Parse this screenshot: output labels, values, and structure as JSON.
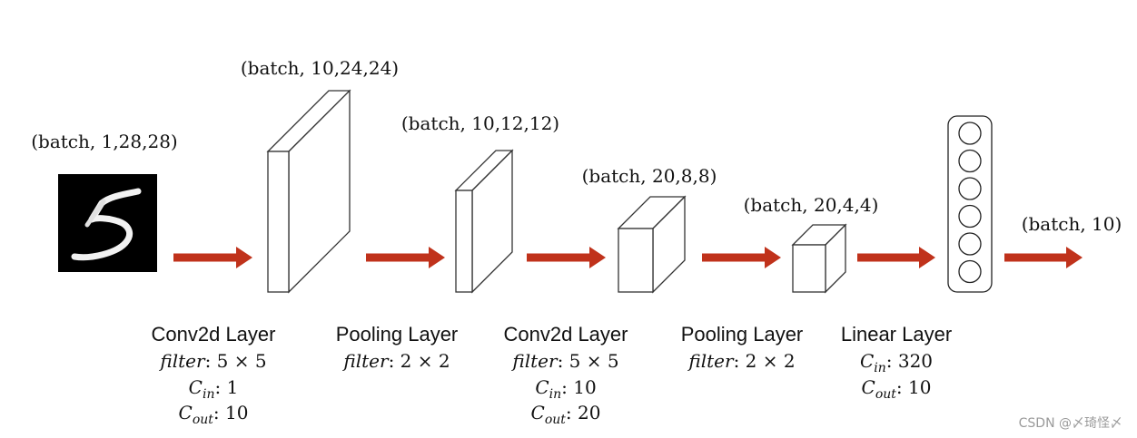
{
  "shape_labels": {
    "input": "(batch, 1,28,28)",
    "conv1": "(batch, 10,24,24)",
    "pool1": "(batch, 10,12,12)",
    "conv2": "(batch, 20,8,8)",
    "pool2": "(batch, 20,4,4)",
    "output": "(batch, 10)"
  },
  "layers": [
    {
      "title": "Conv2d Layer",
      "params": [
        {
          "name": "filter",
          "sub": "",
          "value": ":  5 × 5"
        },
        {
          "name": "C",
          "sub": "in",
          "value": ": 1"
        },
        {
          "name": "C",
          "sub": "out",
          "value": ": 10"
        }
      ]
    },
    {
      "title": "Pooling Layer",
      "params": [
        {
          "name": "filter",
          "sub": "",
          "value": ": 2 × 2"
        }
      ]
    },
    {
      "title": "Conv2d Layer",
      "params": [
        {
          "name": "filter",
          "sub": "",
          "value": ":  5 × 5"
        },
        {
          "name": "C",
          "sub": "in",
          "value": ": 10"
        },
        {
          "name": "C",
          "sub": "out",
          "value": ": 20"
        }
      ]
    },
    {
      "title": "Pooling Layer",
      "params": [
        {
          "name": "filter",
          "sub": "",
          "value": ": 2 × 2"
        }
      ]
    },
    {
      "title": "Linear Layer",
      "params": [
        {
          "name": "C",
          "sub": "in",
          "value": ": 320"
        },
        {
          "name": "C",
          "sub": "out",
          "value": ": 10"
        }
      ]
    }
  ],
  "neuron_count": 6,
  "colors": {
    "arrow": "#c0321b",
    "outline": "#333333",
    "digit_background": "#000000",
    "digit_stroke": "#ffffff"
  },
  "watermark": "CSDN @〆琦怪〆"
}
